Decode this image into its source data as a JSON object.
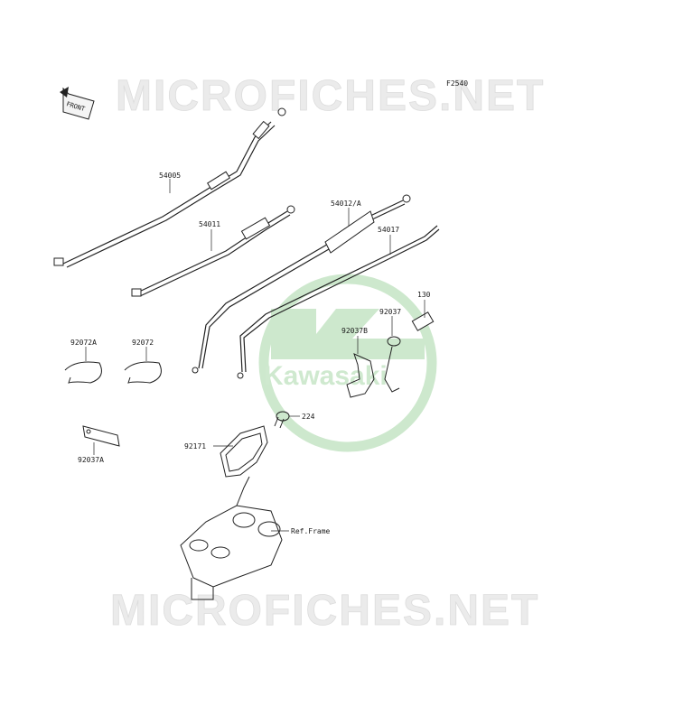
{
  "watermark": {
    "top": "MICROFICHES.NET",
    "bottom": "MICROFICHES.NET"
  },
  "logo": {
    "text": "Kawasaki"
  },
  "diagram": {
    "figure_code": "F2540",
    "front_label": "FRONT"
  },
  "callouts": [
    {
      "code": "54005"
    },
    {
      "code": "54011"
    },
    {
      "code": "54012/A"
    },
    {
      "code": "54017"
    },
    {
      "code": "130"
    },
    {
      "code": "92037"
    },
    {
      "code": "92037B"
    },
    {
      "code": "92072A"
    },
    {
      "code": "92072"
    },
    {
      "code": "92037A"
    },
    {
      "code": "224"
    },
    {
      "code": "92171"
    },
    {
      "code": "Ref.Frame"
    }
  ],
  "colors": {
    "line": "#222222",
    "logo_green": "#cde8cd",
    "watermark_grey": "#ebebeb"
  }
}
